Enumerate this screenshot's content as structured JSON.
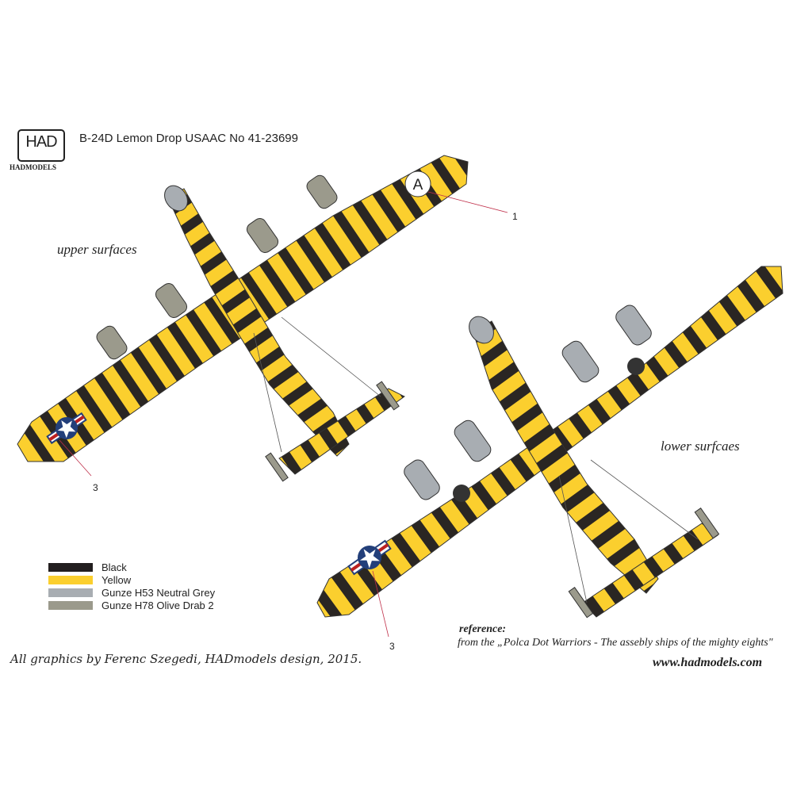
{
  "header": {
    "logo_text": "HAD",
    "logo_name": "HADMODELS",
    "title": "B-24D Lemon Drop USAAC No 41-23699"
  },
  "views": {
    "upper": "upper surfaces",
    "lower": "lower surfcaes"
  },
  "markings": {
    "wing_letter": "A"
  },
  "callouts": [
    "1",
    "3",
    "3"
  ],
  "legend": [
    {
      "label": "Black",
      "color": "#221e1f"
    },
    {
      "label": "Yellow",
      "color": "#fbcf2e"
    },
    {
      "label": "Gunze H53 Neutral Grey",
      "color": "#a8adb2"
    },
    {
      "label": "Gunze H78 Olive Drab 2",
      "color": "#9b9a8c"
    }
  ],
  "footer": {
    "credit": "All graphics by Ferenc Szegedi, HADmodels design, 2015.",
    "reference_label": "reference:",
    "reference_text": "from the „Polca Dot Warriors - The assebly ships of the mighty eights\"",
    "website": "www.hadmodels.com"
  }
}
